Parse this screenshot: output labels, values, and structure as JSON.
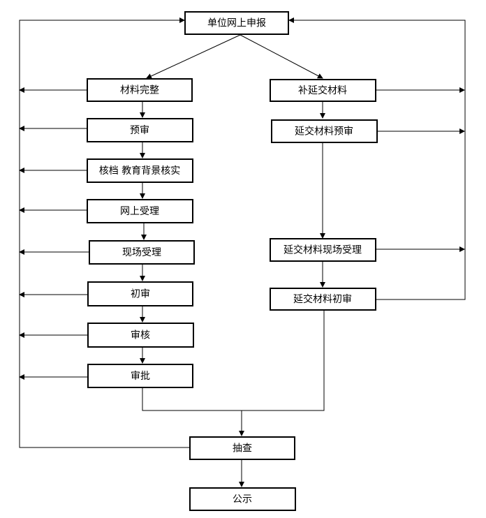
{
  "diagram": {
    "nodes": {
      "online_report": "单位网上申报",
      "materials_complete": "材料完整",
      "supplement_materials": "补延交材料",
      "pre_review": "预审",
      "delayed_pre_review": "延交材料预审",
      "archive_check": "核档 教育背景核实",
      "online_accept": "网上受理",
      "onsite_accept": "现场受理",
      "delayed_onsite_accept": "延交材料现场受理",
      "first_review": "初审",
      "delayed_first_review": "延交材料初审",
      "audit": "审核",
      "approve": "审批",
      "spot_check": "抽查",
      "publicity": "公示"
    }
  }
}
